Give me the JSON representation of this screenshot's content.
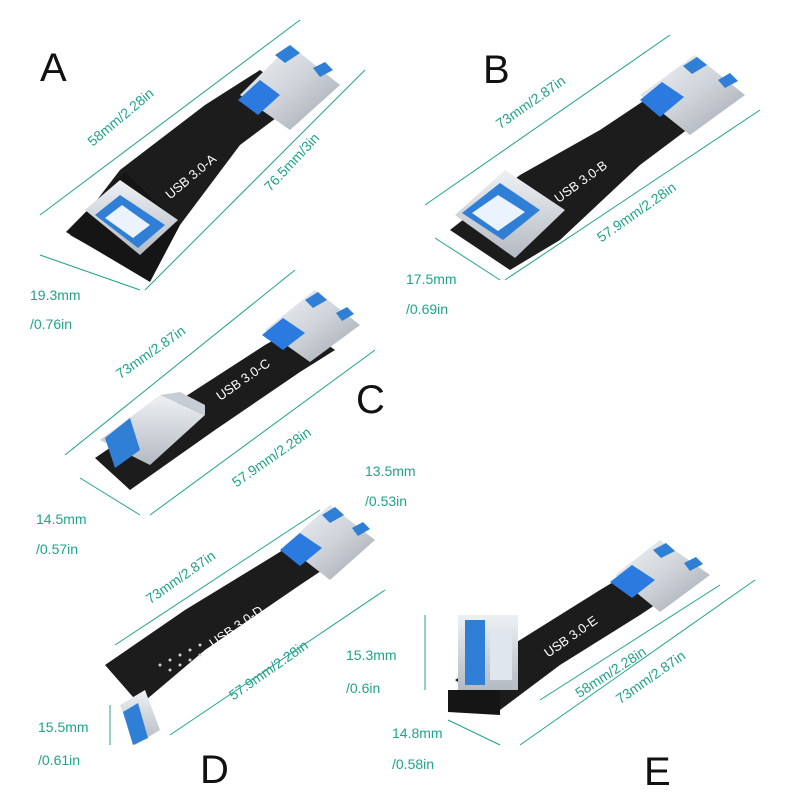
{
  "panels": {
    "A": {
      "letter": "A",
      "board_label": "USB 3.0-A",
      "dims": {
        "diag_left": "58mm/2.28in",
        "diag_right": "76.5mm/3in",
        "width_mm": "19.3mm",
        "width_in": "/0.76in"
      }
    },
    "B": {
      "letter": "B",
      "board_label": "USB 3.0-B",
      "dims": {
        "diag_top": "73mm/2.87in",
        "diag_bottom": "57.9mm/2.28in",
        "height_mm": "17.5mm",
        "height_in": "/0.69in"
      }
    },
    "C": {
      "letter": "C",
      "board_label": "USB 3.0-C",
      "dims": {
        "diag_top": "73mm/2.87in",
        "diag_bottom": "57.9mm/2.28in",
        "height_mm": "14.5mm",
        "height_in": "/0.57in"
      }
    },
    "D": {
      "letter": "D",
      "board_label": "USB 3.0-D",
      "dims": {
        "top_mm": "13.5mm",
        "top_in": "/0.53in",
        "diag_top": "73mm/2.87in",
        "diag_bottom": "57.9mm/2.28in",
        "height_mm": "15.5mm",
        "height_in": "/0.61in"
      }
    },
    "E": {
      "letter": "E",
      "board_label": "USB 3.0-E",
      "dims": {
        "diag_mid": "58mm/2.28in",
        "diag_right": "73mm/2.87in",
        "height_mm": "15.3mm",
        "height_in": "/0.6in",
        "width_mm": "14.8mm",
        "width_in": "/0.58in"
      }
    }
  },
  "colors": {
    "dimension_teal": "#1fa38a",
    "board_black": "#1c1c1c",
    "usb_blue": "#2f7fd6",
    "metal_silver": "#d9dde2"
  }
}
